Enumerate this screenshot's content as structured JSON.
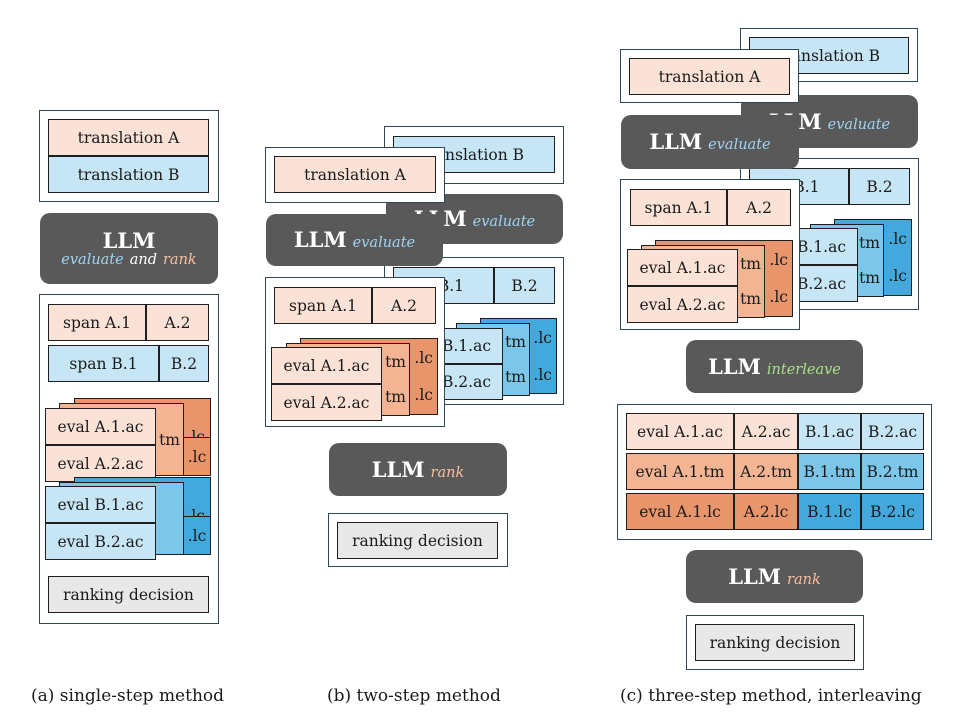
{
  "llm": "LLM",
  "roles": {
    "evaluate": "evaluate",
    "and": "and",
    "rank": "rank",
    "interleave": "interleave"
  },
  "translation": {
    "a": "translation A",
    "b": "translation B"
  },
  "span": {
    "a1": "span A.1",
    "a2": "A.2",
    "b1": "span B.1",
    "b2": "B.2",
    "b1_partial": "n B.1",
    "b1_partial_c": "n B.1"
  },
  "eval": {
    "a1ac": "eval A.1.ac",
    "a2ac": "eval A.2.ac",
    "b1ac": "eval B.1.ac",
    "b2ac": "eval B.2.ac",
    "tm": "tm",
    "lc": ".lc",
    "b1ac_short": "B.1.ac",
    "b2ac_short": "B.2.ac"
  },
  "interleave_table": [
    [
      "eval A.1.ac",
      "A.2.ac",
      "B.1.ac",
      "B.2.ac"
    ],
    [
      "eval A.1.tm",
      "A.2.tm",
      "B.1.tm",
      "B.2.tm"
    ],
    [
      "eval A.1.lc",
      "A.2.lc",
      "B.1.lc",
      "B.2.lc"
    ]
  ],
  "ranking_decision": "ranking decision",
  "captions": {
    "a": "(a) single-step method",
    "b": "(b) two-step method",
    "c": "(c) three-step method, interleaving"
  },
  "colors": {
    "a_light": "#fbe2d6",
    "a_mid": "#f2b493",
    "a_dark": "#e8956b",
    "b_light": "#c7e6f5",
    "b_mid": "#7cc6e9",
    "b_dark": "#43a9dc",
    "llm_box": "#595959",
    "frame": "#2f4a55"
  }
}
